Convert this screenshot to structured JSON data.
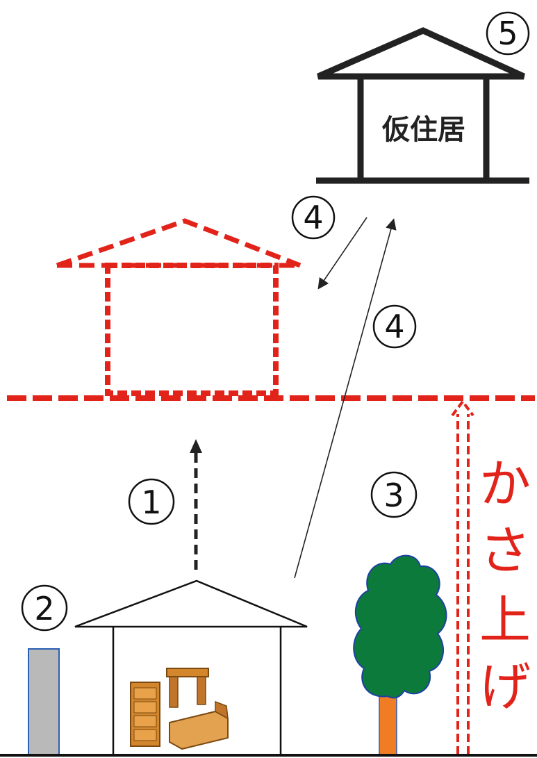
{
  "labels": {
    "temporary_house": "仮住居",
    "step_1": "1",
    "step_2": "2",
    "step_3": "3",
    "step_4_left": "4",
    "step_4_right": "4",
    "step_5": "5",
    "raise_chars": [
      "か",
      "さ",
      "上",
      "げ"
    ]
  },
  "colors": {
    "raised_outline": "#e2231a",
    "temporary_house_outline": "#222222",
    "tree_foliage": "#0b7a3a",
    "tree_foliage_edge": "#1f3fa5",
    "tree_trunk": "#f07c24",
    "pole_fill": "#b9b9b9",
    "pole_edge": "#2b5fb3",
    "ground": "#111111"
  },
  "icons": {
    "furniture": "furniture-icon",
    "tree": "tree-icon",
    "pole": "pole-icon"
  }
}
